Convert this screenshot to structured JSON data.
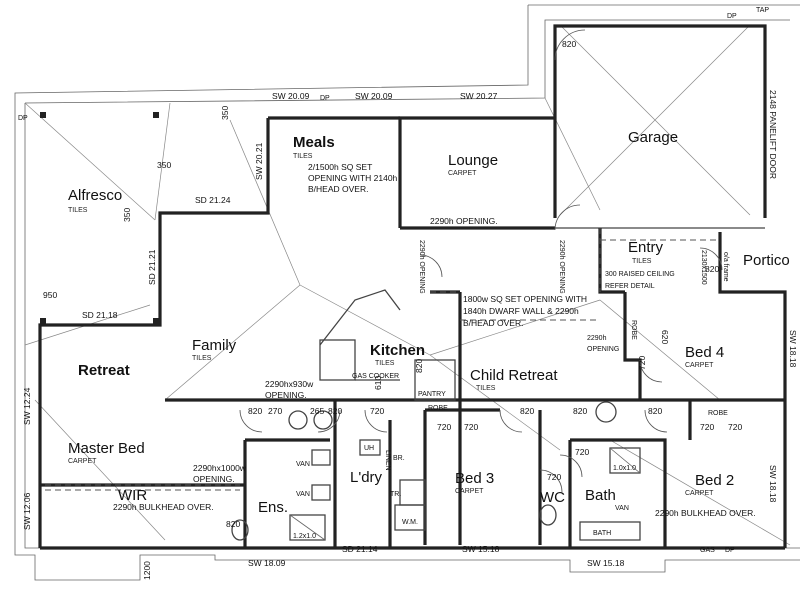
{
  "rooms": {
    "meals": "Meals",
    "meals_floor": "TILES",
    "lounge": "Lounge",
    "lounge_floor": "CARPET",
    "garage": "Garage",
    "alfresco": "Alfresco",
    "alfresco_floor": "TILES",
    "family": "Family",
    "family_floor": "TILES",
    "kitchen": "Kitchen",
    "kitchen_floor": "TILES",
    "retreat": "Retreat",
    "child_retreat": "Child Retreat",
    "child_retreat_floor": "TILES",
    "bed4": "Bed 4",
    "bed4_floor": "CARPET",
    "master_bed": "Master Bed",
    "master_bed_floor": "CARPET",
    "ldry": "L'dry",
    "bed3": "Bed 3",
    "bed3_floor": "CARPET",
    "bed2": "Bed 2",
    "bed2_floor": "CARPET",
    "wir": "WIR",
    "ens": "Ens.",
    "wc": "WC",
    "bath": "Bath",
    "entry": "Entry",
    "entry_floor": "TILES",
    "portico": "Portico"
  },
  "notes": {
    "meals_opening": [
      "2/1500h SQ SET",
      "OPENING WITH 2140h",
      "B/HEAD OVER."
    ],
    "lounge_opening": "2290h OPENING.",
    "raised_ceiling": [
      "300 RAISED CEILING",
      "REFER DETAIL"
    ],
    "dwarf_wall": [
      "1800w SQ SET OPENING WITH",
      "1840h DWARF WALL & 2290h",
      "B/HEAD OVER."
    ],
    "family_opening": [
      "2290hx930w",
      "OPENING."
    ],
    "master_opening": [
      "2290hx1000w",
      "OPENING."
    ],
    "wir_bulkhead": "2290h BULKHEAD OVER.",
    "bed2_bulkhead": "2290h BULKHEAD OVER.",
    "bed4_opening": [
      "2290h",
      "OPENING"
    ],
    "panelift": "2148 PANELIFT DOOR",
    "gas_cooker": "GAS COOKER",
    "pantry": "PANTRY",
    "linen": "LINEN",
    "robe": "ROBE",
    "van": "VAN",
    "wm": "W.M.",
    "tr": "TR.",
    "br": "BR.",
    "uh": "UH",
    "bath_fix": "BATH",
    "shower_ens": "1.2x1.0",
    "shower_bath": "1.0x1.0",
    "gas": "GAS",
    "tap": "TAP",
    "dp": "DP",
    "opening_2290h": "2290h OPENING",
    "frame_label": "2130x1500",
    "frame_note": "o/a frame"
  },
  "dims": {
    "sw_20_09": "SW 20.09",
    "sw_20_27": "SW 20.27",
    "sw_20_21": "SW 20.21",
    "sd_21_24": "SD 21.24",
    "sd_21_21": "SD 21.21",
    "sd_21_18": "SD 21.18",
    "sw_12_24": "SW 12.24",
    "sw_12_06": "SW 12.06",
    "sw_18_09": "SW 18.09",
    "sd_21_14": "SD 21.14",
    "sw_15_18": "SW 15.18",
    "sw_18_18": "SW 18.18",
    "d350": "350",
    "d950": "950",
    "d820": "820",
    "d720": "720",
    "d270": "270",
    "d265": "265",
    "d610": "610",
    "d620": "620",
    "d1200": "1200"
  }
}
